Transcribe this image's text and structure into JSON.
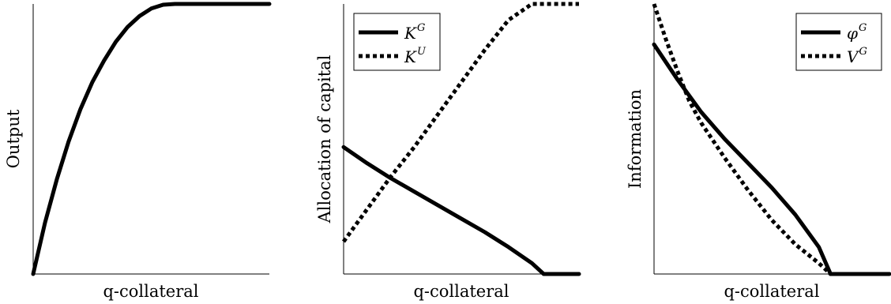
{
  "chart_data": [
    {
      "type": "line",
      "xlabel": "q-collateral",
      "ylabel": "Output",
      "xlim": [
        0,
        1
      ],
      "ylim": [
        0,
        1
      ],
      "ticks": false,
      "grid": false,
      "legend": null,
      "series": [
        {
          "style": "solid",
          "color": "#000000",
          "x": [
            0,
            0.05,
            0.1,
            0.15,
            0.2,
            0.25,
            0.3,
            0.35,
            0.4,
            0.45,
            0.5,
            0.55,
            0.6,
            0.65,
            0.7,
            0.75,
            0.8,
            0.85,
            0.9,
            0.95,
            1
          ],
          "y": [
            0,
            0.19,
            0.35,
            0.49,
            0.61,
            0.71,
            0.79,
            0.86,
            0.915,
            0.955,
            0.983,
            0.997,
            1.0,
            1.0,
            1.0,
            1.0,
            1.0,
            1.0,
            1.0,
            1.0,
            1.0
          ]
        }
      ]
    },
    {
      "type": "line",
      "xlabel": "q-collateral",
      "ylabel": "Allocation of capital",
      "xlim": [
        0,
        1
      ],
      "ylim": [
        0,
        1
      ],
      "ticks": false,
      "grid": false,
      "legend": "top-left",
      "series": [
        {
          "name": "K",
          "name_sup": "G",
          "style": "solid",
          "color": "#000000",
          "x": [
            0,
            0.1,
            0.2,
            0.3,
            0.4,
            0.5,
            0.6,
            0.7,
            0.8,
            0.85,
            0.9,
            0.95,
            1
          ],
          "y": [
            0.47,
            0.41,
            0.355,
            0.305,
            0.255,
            0.205,
            0.155,
            0.1,
            0.04,
            0.0,
            0.0,
            0.0,
            0.0
          ]
        },
        {
          "name": "K",
          "name_sup": "U",
          "style": "dotted",
          "color": "#000000",
          "x": [
            0,
            0.1,
            0.2,
            0.3,
            0.4,
            0.5,
            0.6,
            0.7,
            0.8,
            0.9,
            1
          ],
          "y": [
            0.12,
            0.24,
            0.36,
            0.47,
            0.59,
            0.71,
            0.83,
            0.94,
            1.0,
            1.0,
            1.0
          ]
        }
      ]
    },
    {
      "type": "line",
      "xlabel": "q-collateral",
      "ylabel": "Information",
      "xlim": [
        0,
        1
      ],
      "ylim": [
        0,
        1
      ],
      "ticks": false,
      "grid": false,
      "legend": "top-right",
      "series": [
        {
          "name": "φ",
          "name_sup": "G",
          "style": "solid",
          "color": "#000000",
          "x": [
            0,
            0.1,
            0.2,
            0.3,
            0.4,
            0.5,
            0.6,
            0.7,
            0.75,
            0.8,
            0.9,
            1
          ],
          "y": [
            0.85,
            0.72,
            0.6,
            0.5,
            0.41,
            0.32,
            0.22,
            0.1,
            0.0,
            0.0,
            0.0,
            0.0
          ]
        },
        {
          "name": "V",
          "name_sup": "G",
          "style": "dotted",
          "color": "#000000",
          "x": [
            0,
            0.05,
            0.1,
            0.15,
            0.2,
            0.3,
            0.4,
            0.5,
            0.6,
            0.7,
            0.75,
            0.8,
            0.9,
            1
          ],
          "y": [
            1.0,
            0.87,
            0.75,
            0.64,
            0.56,
            0.43,
            0.31,
            0.2,
            0.11,
            0.04,
            0.0,
            0.0,
            0.0,
            0.0
          ]
        }
      ]
    }
  ]
}
